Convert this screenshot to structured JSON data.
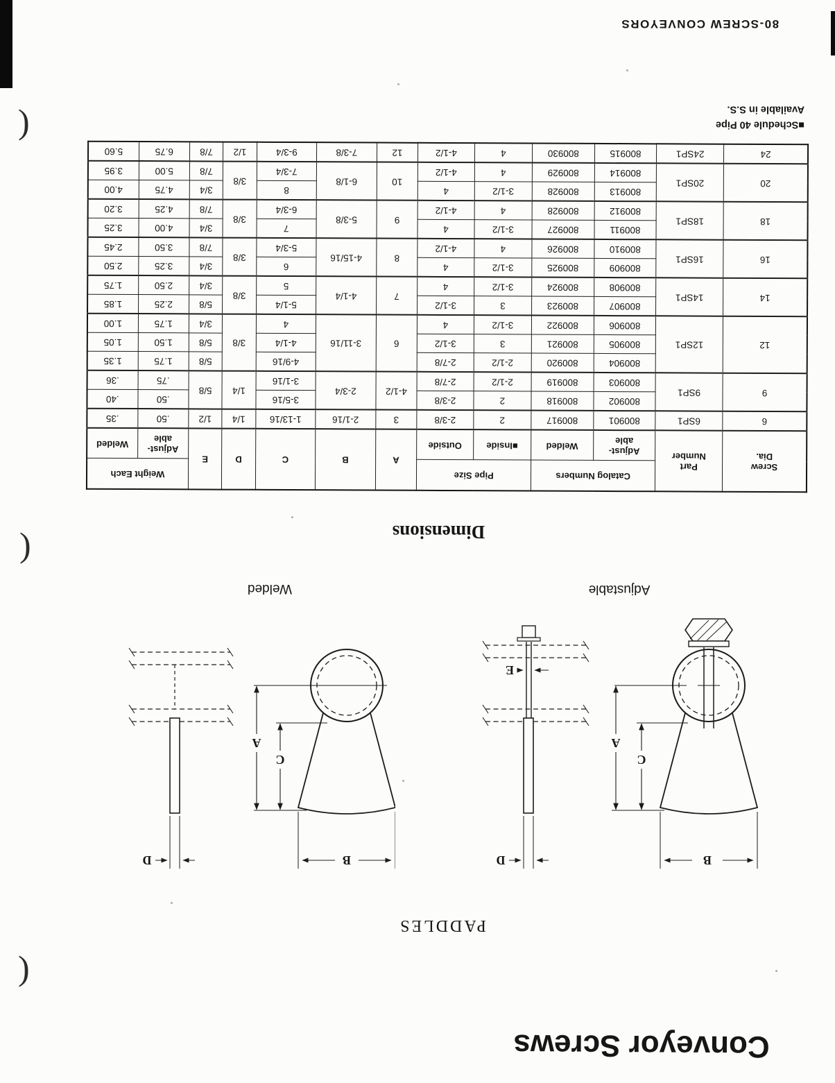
{
  "page": {
    "footer": "80-SCREW CONVEYORS",
    "title": "Conveyor Screws",
    "section_heading": "PADDLES",
    "dimensions_heading": "Dimensions",
    "note": {
      "line1": "■Schedule 40 Pipe",
      "line2": "Available in S.S."
    }
  },
  "artifacts": {
    "curl": ")"
  },
  "diagrams": {
    "adjustable_label": "Adjustable",
    "welded_label": "Welded",
    "dims": {
      "a": "A",
      "b": "B",
      "c": "C",
      "d": "D",
      "e": "E"
    }
  },
  "table": {
    "headers": {
      "screw_dia": "Screw\nDia.",
      "part_number": "Part\nNumber",
      "catalog_numbers": "Catalog Numbers",
      "adjustable": "Adjust-\nable",
      "welded": "Welded",
      "pipe_size": "Pipe Size",
      "inside": "■Inside",
      "outside": "Outside",
      "a": "A",
      "b": "B",
      "c": "C",
      "d": "D",
      "e": "E",
      "weight_each": "Weight Each"
    },
    "groups": [
      {
        "dia": "6",
        "part": "6SP1",
        "a": "3",
        "b": "2-1/16",
        "d": "1/4",
        "rows": [
          {
            "adj": "800901",
            "weld": "800917",
            "inside": "2",
            "outside": "2-3/8",
            "c": "1-13/16",
            "e": "1/2",
            "wadj": ".50",
            "wweld": ".35"
          }
        ]
      },
      {
        "dia": "9",
        "part": "9SP1",
        "a": "4-1/2",
        "b": "2-3/4",
        "d": "1/4",
        "e_span": true,
        "e": "5/8",
        "rows": [
          {
            "adj": "800902",
            "weld": "800918",
            "inside": "2",
            "outside": "2-3/8",
            "c": "3-5/16",
            "wadj": ".50",
            "wweld": ".40"
          },
          {
            "adj": "800903",
            "weld": "800919",
            "inside": "2-1/2",
            "outside": "2-7/8",
            "c": "3-1/16",
            "wadj": ".75",
            "wweld": ".36"
          }
        ]
      },
      {
        "dia": "12",
        "part": "12SP1",
        "a": "6",
        "b": "3-11/16",
        "d": "3/8",
        "rows": [
          {
            "adj": "800904",
            "weld": "800920",
            "inside": "2-1/2",
            "outside": "2-7/8",
            "c": "4-9/16",
            "e": "5/8",
            "wadj": "1.75",
            "wweld": "1.35"
          },
          {
            "adj": "800905",
            "weld": "800921",
            "inside": "3",
            "outside": "3-1/2",
            "c": "4-1/4",
            "e": "5/8",
            "wadj": "1.50",
            "wweld": "1.05"
          },
          {
            "adj": "800906",
            "weld": "800922",
            "inside": "3-1/2",
            "outside": "4",
            "c": "4",
            "e": "3/4",
            "wadj": "1.75",
            "wweld": "1.00"
          }
        ]
      },
      {
        "dia": "14",
        "part": "14SP1",
        "a": "7",
        "b": "4-1/4",
        "d": "3/8",
        "rows": [
          {
            "adj": "800907",
            "weld": "800923",
            "inside": "3",
            "outside": "3-1/2",
            "c": "5-1/4",
            "e": "5/8",
            "wadj": "2.25",
            "wweld": "1.85"
          },
          {
            "adj": "800908",
            "weld": "800924",
            "inside": "3-1/2",
            "outside": "4",
            "c": "5",
            "e": "3/4",
            "wadj": "2.50",
            "wweld": "1.75"
          }
        ]
      },
      {
        "dia": "16",
        "part": "16SP1",
        "a": "8",
        "b": "4-15/16",
        "d": "3/8",
        "rows": [
          {
            "adj": "800909",
            "weld": "800925",
            "inside": "3-1/2",
            "outside": "4",
            "c": "6",
            "e": "3/4",
            "wadj": "3.25",
            "wweld": "2.50"
          },
          {
            "adj": "800910",
            "weld": "800926",
            "inside": "4",
            "outside": "4-1/2",
            "c": "5-3/4",
            "e": "7/8",
            "wadj": "3.50",
            "wweld": "2.45"
          }
        ]
      },
      {
        "dia": "18",
        "part": "18SP1",
        "a": "9",
        "b": "5-3/8",
        "d": "3/8",
        "rows": [
          {
            "adj": "800911",
            "weld": "800927",
            "inside": "3-1/2",
            "outside": "4",
            "c": "7",
            "e": "3/4",
            "wadj": "4.00",
            "wweld": "3.25"
          },
          {
            "adj": "800912",
            "weld": "800928",
            "inside": "4",
            "outside": "4-1/2",
            "c": "6-3/4",
            "e": "7/8",
            "wadj": "4.25",
            "wweld": "3.20"
          }
        ]
      },
      {
        "dia": "20",
        "part": "20SP1",
        "a": "10",
        "b": "6-1/8",
        "d": "3/8",
        "rows": [
          {
            "adj": "800913",
            "weld": "800928",
            "inside": "3-1/2",
            "outside": "4",
            "c": "8",
            "e": "3/4",
            "wadj": "4.75",
            "wweld": "4.00"
          },
          {
            "adj": "800914",
            "weld": "800929",
            "inside": "4",
            "outside": "4-1/2",
            "c": "7-3/4",
            "e": "7/8",
            "wadj": "5.00",
            "wweld": "3.95"
          }
        ]
      },
      {
        "dia": "24",
        "part": "24SP1",
        "a": "12",
        "b": "7-3/8",
        "d": "1/2",
        "rows": [
          {
            "adj": "800915",
            "weld": "800930",
            "inside": "4",
            "outside": "4-1/2",
            "c": "9-3/4",
            "e": "7/8",
            "wadj": "6.75",
            "wweld": "5.60"
          }
        ]
      }
    ]
  }
}
